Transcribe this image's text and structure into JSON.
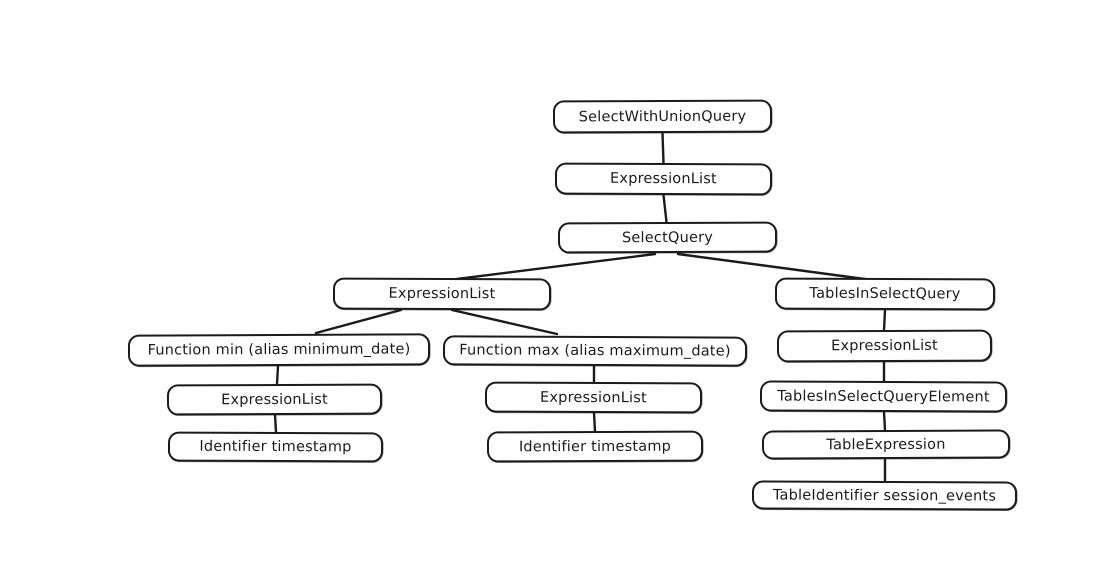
{
  "diagram": {
    "kind": "ast-tree",
    "description": "Hand-drawn style abstract syntax tree of a SQL SELECT query",
    "colors": {
      "stroke": "#1b1b1b",
      "node_fill": "#ffffff",
      "background": "#ffffff"
    },
    "nodes": [
      {
        "id": "select-with-union-query",
        "label": "SelectWithUnionQuery"
      },
      {
        "id": "expression-list-root",
        "label": "ExpressionList"
      },
      {
        "id": "select-query",
        "label": "SelectQuery"
      },
      {
        "id": "expression-list-select",
        "label": "ExpressionList"
      },
      {
        "id": "function-min",
        "label": "Function min (alias minimum_date)"
      },
      {
        "id": "function-max",
        "label": "Function max (alias maximum_date)"
      },
      {
        "id": "expression-list-min",
        "label": "ExpressionList"
      },
      {
        "id": "identifier-timestamp-min",
        "label": "Identifier timestamp"
      },
      {
        "id": "expression-list-max",
        "label": "ExpressionList"
      },
      {
        "id": "identifier-timestamp-max",
        "label": "Identifier timestamp"
      },
      {
        "id": "tables-in-select-query",
        "label": "TablesInSelectQuery"
      },
      {
        "id": "expression-list-tables",
        "label": "ExpressionList"
      },
      {
        "id": "tables-in-select-query-element",
        "label": "TablesInSelectQueryElement"
      },
      {
        "id": "table-expression",
        "label": "TableExpression"
      },
      {
        "id": "table-identifier-session-events",
        "label": "TableIdentifier session_events"
      }
    ],
    "edges": [
      {
        "from": "select-with-union-query",
        "to": "expression-list-root"
      },
      {
        "from": "expression-list-root",
        "to": "select-query"
      },
      {
        "from": "select-query",
        "to": "expression-list-select"
      },
      {
        "from": "select-query",
        "to": "tables-in-select-query"
      },
      {
        "from": "expression-list-select",
        "to": "function-min"
      },
      {
        "from": "expression-list-select",
        "to": "function-max"
      },
      {
        "from": "function-min",
        "to": "expression-list-min"
      },
      {
        "from": "expression-list-min",
        "to": "identifier-timestamp-min"
      },
      {
        "from": "function-max",
        "to": "expression-list-max"
      },
      {
        "from": "expression-list-max",
        "to": "identifier-timestamp-max"
      },
      {
        "from": "tables-in-select-query",
        "to": "expression-list-tables"
      },
      {
        "from": "expression-list-tables",
        "to": "tables-in-select-query-element"
      },
      {
        "from": "tables-in-select-query-element",
        "to": "table-expression"
      },
      {
        "from": "table-expression",
        "to": "table-identifier-session-events"
      }
    ]
  }
}
